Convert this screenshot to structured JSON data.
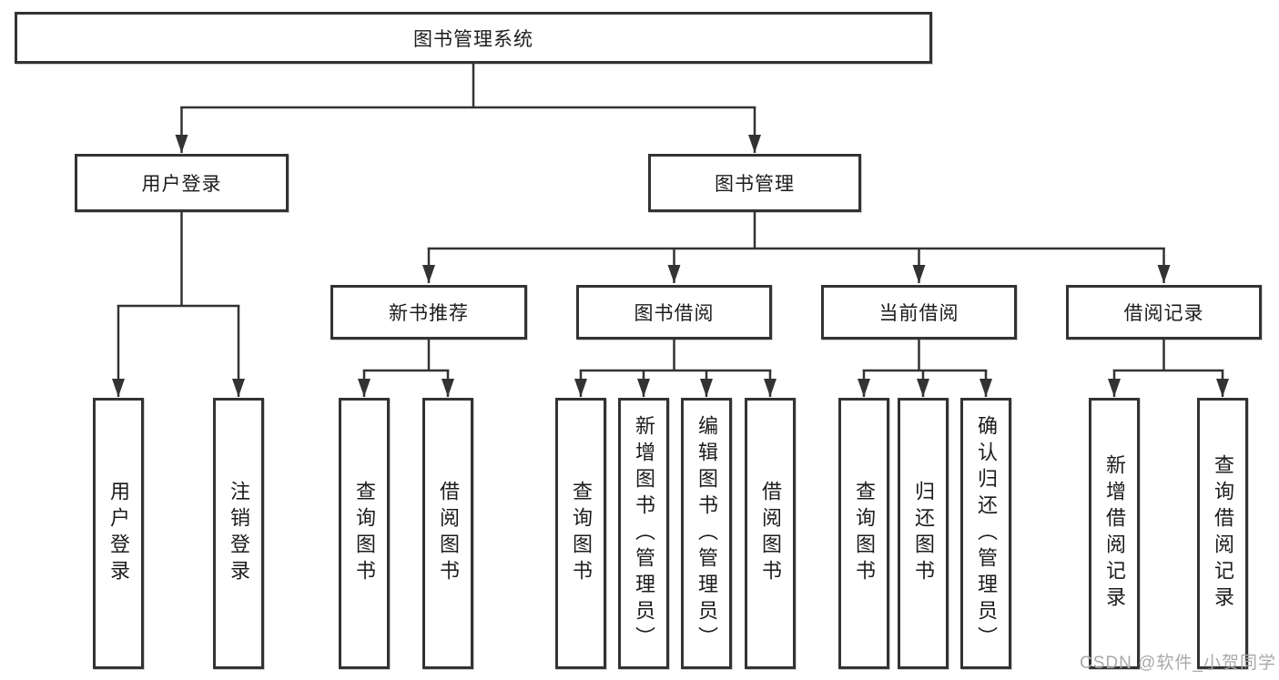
{
  "watermark": "CSDN @软件_小贺同学",
  "colors": {
    "line": "#333333",
    "box_border": "#333333",
    "box_background": "#ffffff",
    "text": "#1c1c1c",
    "watermark_text": "#a9a9a9",
    "page_background": "#ffffff"
  },
  "tree": {
    "root": {
      "label": "图书管理系统"
    },
    "children": [
      {
        "label": "用户登录",
        "children": [
          {
            "label": "用户登录"
          },
          {
            "label": "注销登录"
          }
        ]
      },
      {
        "label": "图书管理",
        "children": [
          {
            "label": "新书推荐",
            "children": [
              {
                "label": "查询图书"
              },
              {
                "label": "借阅图书"
              }
            ]
          },
          {
            "label": "图书借阅",
            "children": [
              {
                "label": "查询图书"
              },
              {
                "label": "新增图书（管理员）"
              },
              {
                "label": "编辑图书（管理员）"
              },
              {
                "label": "借阅图书"
              }
            ]
          },
          {
            "label": "当前借阅",
            "children": [
              {
                "label": "查询图书"
              },
              {
                "label": "归还图书"
              },
              {
                "label": "确认归还（管理员）"
              }
            ]
          },
          {
            "label": "借阅记录",
            "children": [
              {
                "label": "新增借阅记录"
              },
              {
                "label": "查询借阅记录"
              }
            ]
          }
        ]
      }
    ]
  }
}
